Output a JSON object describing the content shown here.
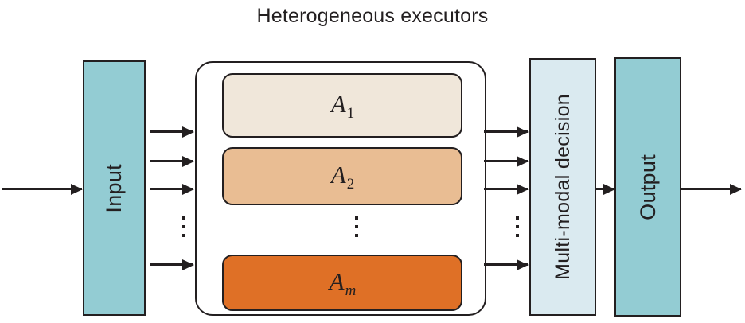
{
  "title": "Heterogeneous executors",
  "colors": {
    "stroke": "#231f20",
    "input_fill": "#93ccd3",
    "output_fill": "#93ccd3",
    "decision_fill": "#daeaf0",
    "executor_1_fill": "#f0e7da",
    "executor_2_fill": "#e9bd93",
    "executor_m_fill": "#df7026",
    "background": "#ffffff"
  },
  "blocks": {
    "input": {
      "label": "Input"
    },
    "decision": {
      "label": "Multi-modal decision"
    },
    "output": {
      "label": "Output"
    }
  },
  "executors": [
    {
      "base": "A",
      "sub": "1",
      "sub_italic": false
    },
    {
      "base": "A",
      "sub": "2",
      "sub_italic": false
    },
    {
      "base": "A",
      "sub": "m",
      "sub_italic": true
    }
  ],
  "ellipsis": {
    "left": "⋮",
    "center": "⋮",
    "right": "⋮"
  },
  "arrows": {
    "input_entry": "arrow-into-input",
    "input_to_executors": [
      "arrow-1",
      "arrow-2",
      "arrow-3",
      "arrow-m"
    ],
    "executors_to_decision": [
      "arrow-1",
      "arrow-2",
      "arrow-3",
      "arrow-m"
    ],
    "decision_to_output": "arrow-into-output",
    "output_exit": "arrow-out-of-output"
  }
}
